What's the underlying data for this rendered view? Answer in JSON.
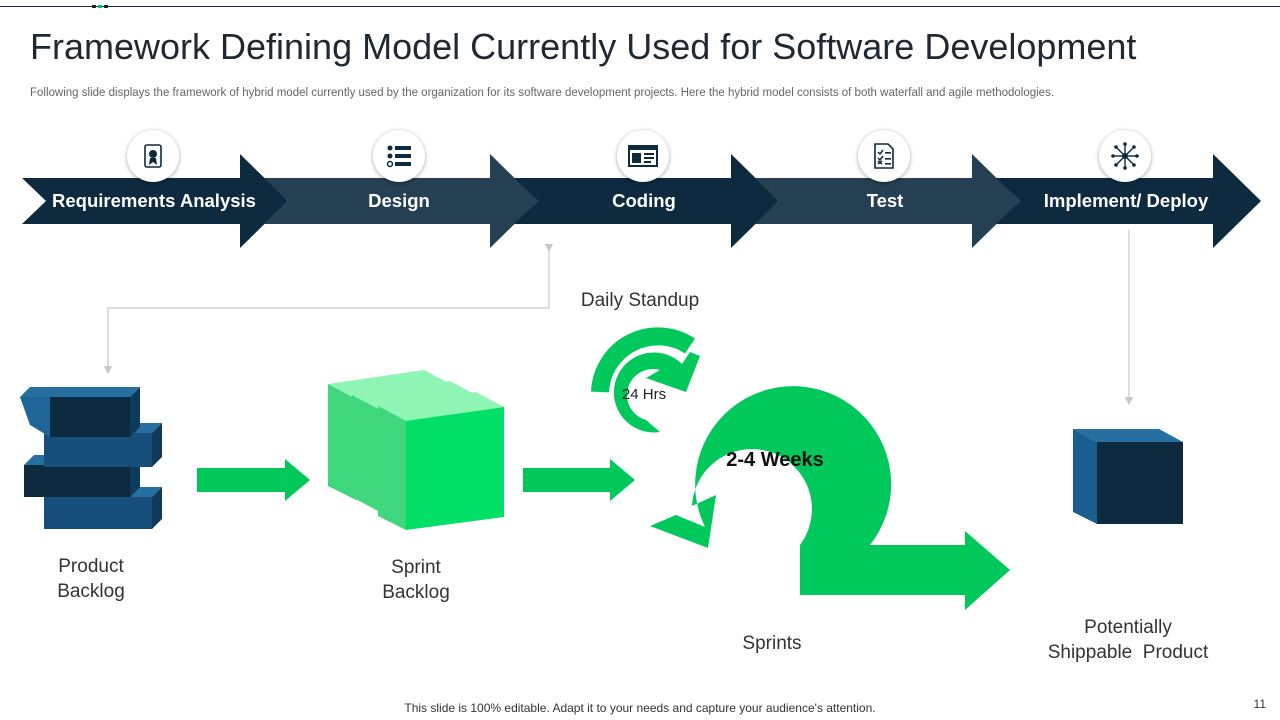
{
  "header": {
    "title": "Framework Defining Model Currently Used for Software Development",
    "subtitle": "Following slide displays the framework of hybrid model currently used by the organization for its software development projects. Here the hybrid model consists of both waterfall and agile methodologies."
  },
  "steps": [
    {
      "label": "Requirements Analysis",
      "icon": "badge-icon"
    },
    {
      "label": "Design",
      "icon": "settings-list-icon"
    },
    {
      "label": "Coding",
      "icon": "code-window-icon"
    },
    {
      "label": "Test",
      "icon": "checklist-icon"
    },
    {
      "label": "Implement/ Deploy",
      "icon": "network-icon"
    }
  ],
  "agile": {
    "daily_standup": "Daily Standup",
    "hours": "24 Hrs",
    "weeks": "2-4 Weeks",
    "sprints": "Sprints"
  },
  "items": {
    "product_backlog": [
      "Product",
      "Backlog"
    ],
    "sprint_backlog": [
      "Sprint",
      "Backlog"
    ],
    "shippable_product": [
      "Potentially",
      "Shippable  Product"
    ]
  },
  "colors": {
    "dark_navy": "#0e2a3f",
    "chevron_light": "#253f53",
    "green": "#00c85a",
    "light_green": "#5de88e",
    "blue": "#1a5f8f"
  },
  "footer": {
    "note": "This slide is 100% editable. Adapt it to your needs and capture your audience's attention.",
    "page": "11"
  }
}
